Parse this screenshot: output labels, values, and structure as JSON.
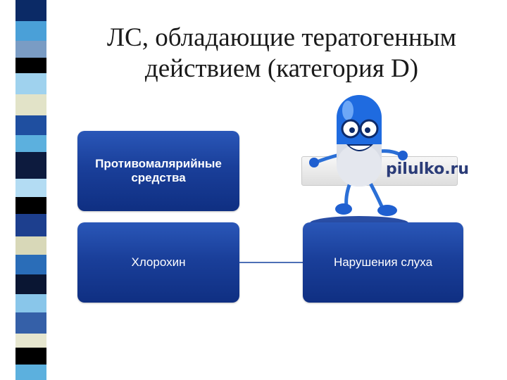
{
  "title": {
    "line1": "ЛС, обладающие тератогенным",
    "line2": "действием (категория D)"
  },
  "diagram": {
    "box_top": {
      "line1": "Противомалярийные",
      "line2": "средства"
    },
    "box_left": "Хлорохин",
    "box_right": "Нарушения слуха"
  },
  "logo": {
    "text": "pilulko.ru"
  },
  "colors": {
    "box_fill": "#1a3f9a",
    "stripe": [
      "#0b2a66",
      "#4aa0d8",
      "#7a9cc4",
      "#0d1b3e",
      "#9fd2ee",
      "#e2e3c8",
      "#1f4fa0",
      "#5cb0de",
      "#000000",
      "#b3dcf3",
      "#1d3f8e",
      "#d8d8b8",
      "#2a6db8",
      "#0a1633",
      "#89c6ea",
      "#3560a8",
      "#e6e6cf"
    ]
  }
}
